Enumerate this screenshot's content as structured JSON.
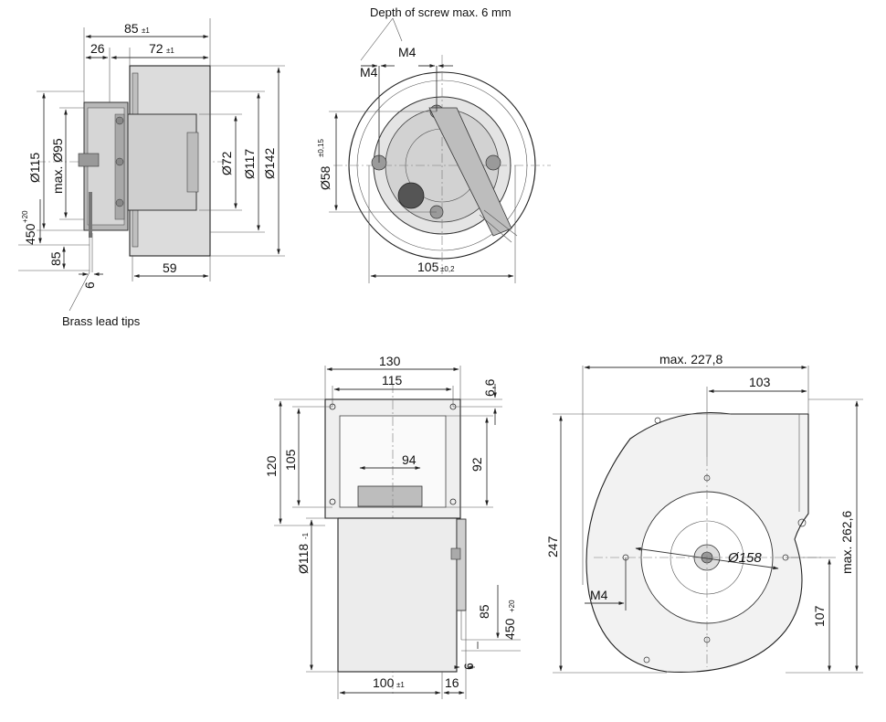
{
  "side_view": {
    "d85": "85",
    "d85_tol": "±1",
    "d26": "26",
    "d72": "72",
    "d72_tol": "±1",
    "d115": "Ø115",
    "d95": "max. Ø95",
    "d72b": "Ø72",
    "d117": "Ø117",
    "d142": "Ø142",
    "d450": "450",
    "d450_tol": "+20",
    "d85b": "85",
    "d6": "6",
    "d59": "59",
    "brass": "Brass lead tips"
  },
  "front_view": {
    "screw_note": "Depth of screw max. 6 mm",
    "m4a": "M4",
    "m4b": "M4",
    "d58": "Ø58",
    "d58_tol": "±0,15",
    "d105": "105",
    "d105_tol": "±0,2"
  },
  "blower_side": {
    "d130": "130",
    "d115": "115",
    "d6_6": "6,6",
    "d120": "120",
    "d105": "105",
    "d94": "94",
    "d92": "92",
    "d118": "Ø118",
    "d118_tol": "-1",
    "d85": "85",
    "d450": "450",
    "d450_tol": "+20",
    "d6": "6",
    "d100": "100",
    "d100_tol": "±1",
    "d16": "16"
  },
  "blower_front": {
    "d227": "max. 227,8",
    "d103": "103",
    "d247": "247",
    "d262": "max. 262,6",
    "d158": "Ø158",
    "m4": "M4",
    "d107": "107"
  }
}
